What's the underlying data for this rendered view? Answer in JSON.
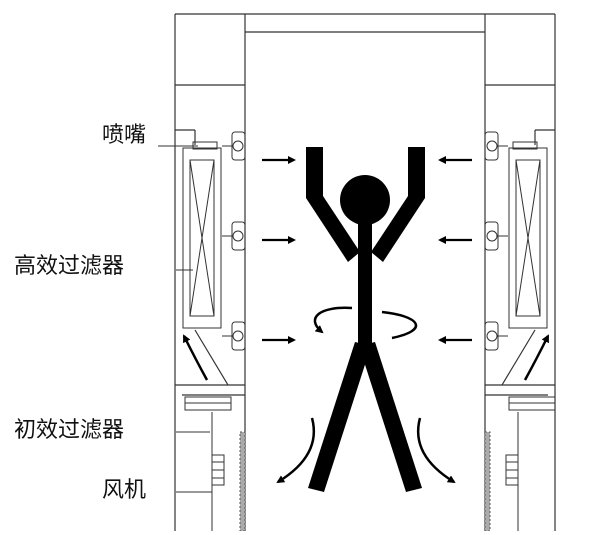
{
  "labels": {
    "nozzle": "喷嘴",
    "hepa_filter": "高效过滤器",
    "primary_filter": "初效过滤器",
    "fan": "风机"
  },
  "colors": {
    "line": "#333333",
    "figure": "#000000",
    "background": "#ffffff"
  },
  "icons": [
    "stick-figure-icon",
    "rotation-arrow-icon",
    "air-arrow-icon",
    "nozzle-icon",
    "filter-icon",
    "fan-icon"
  ]
}
